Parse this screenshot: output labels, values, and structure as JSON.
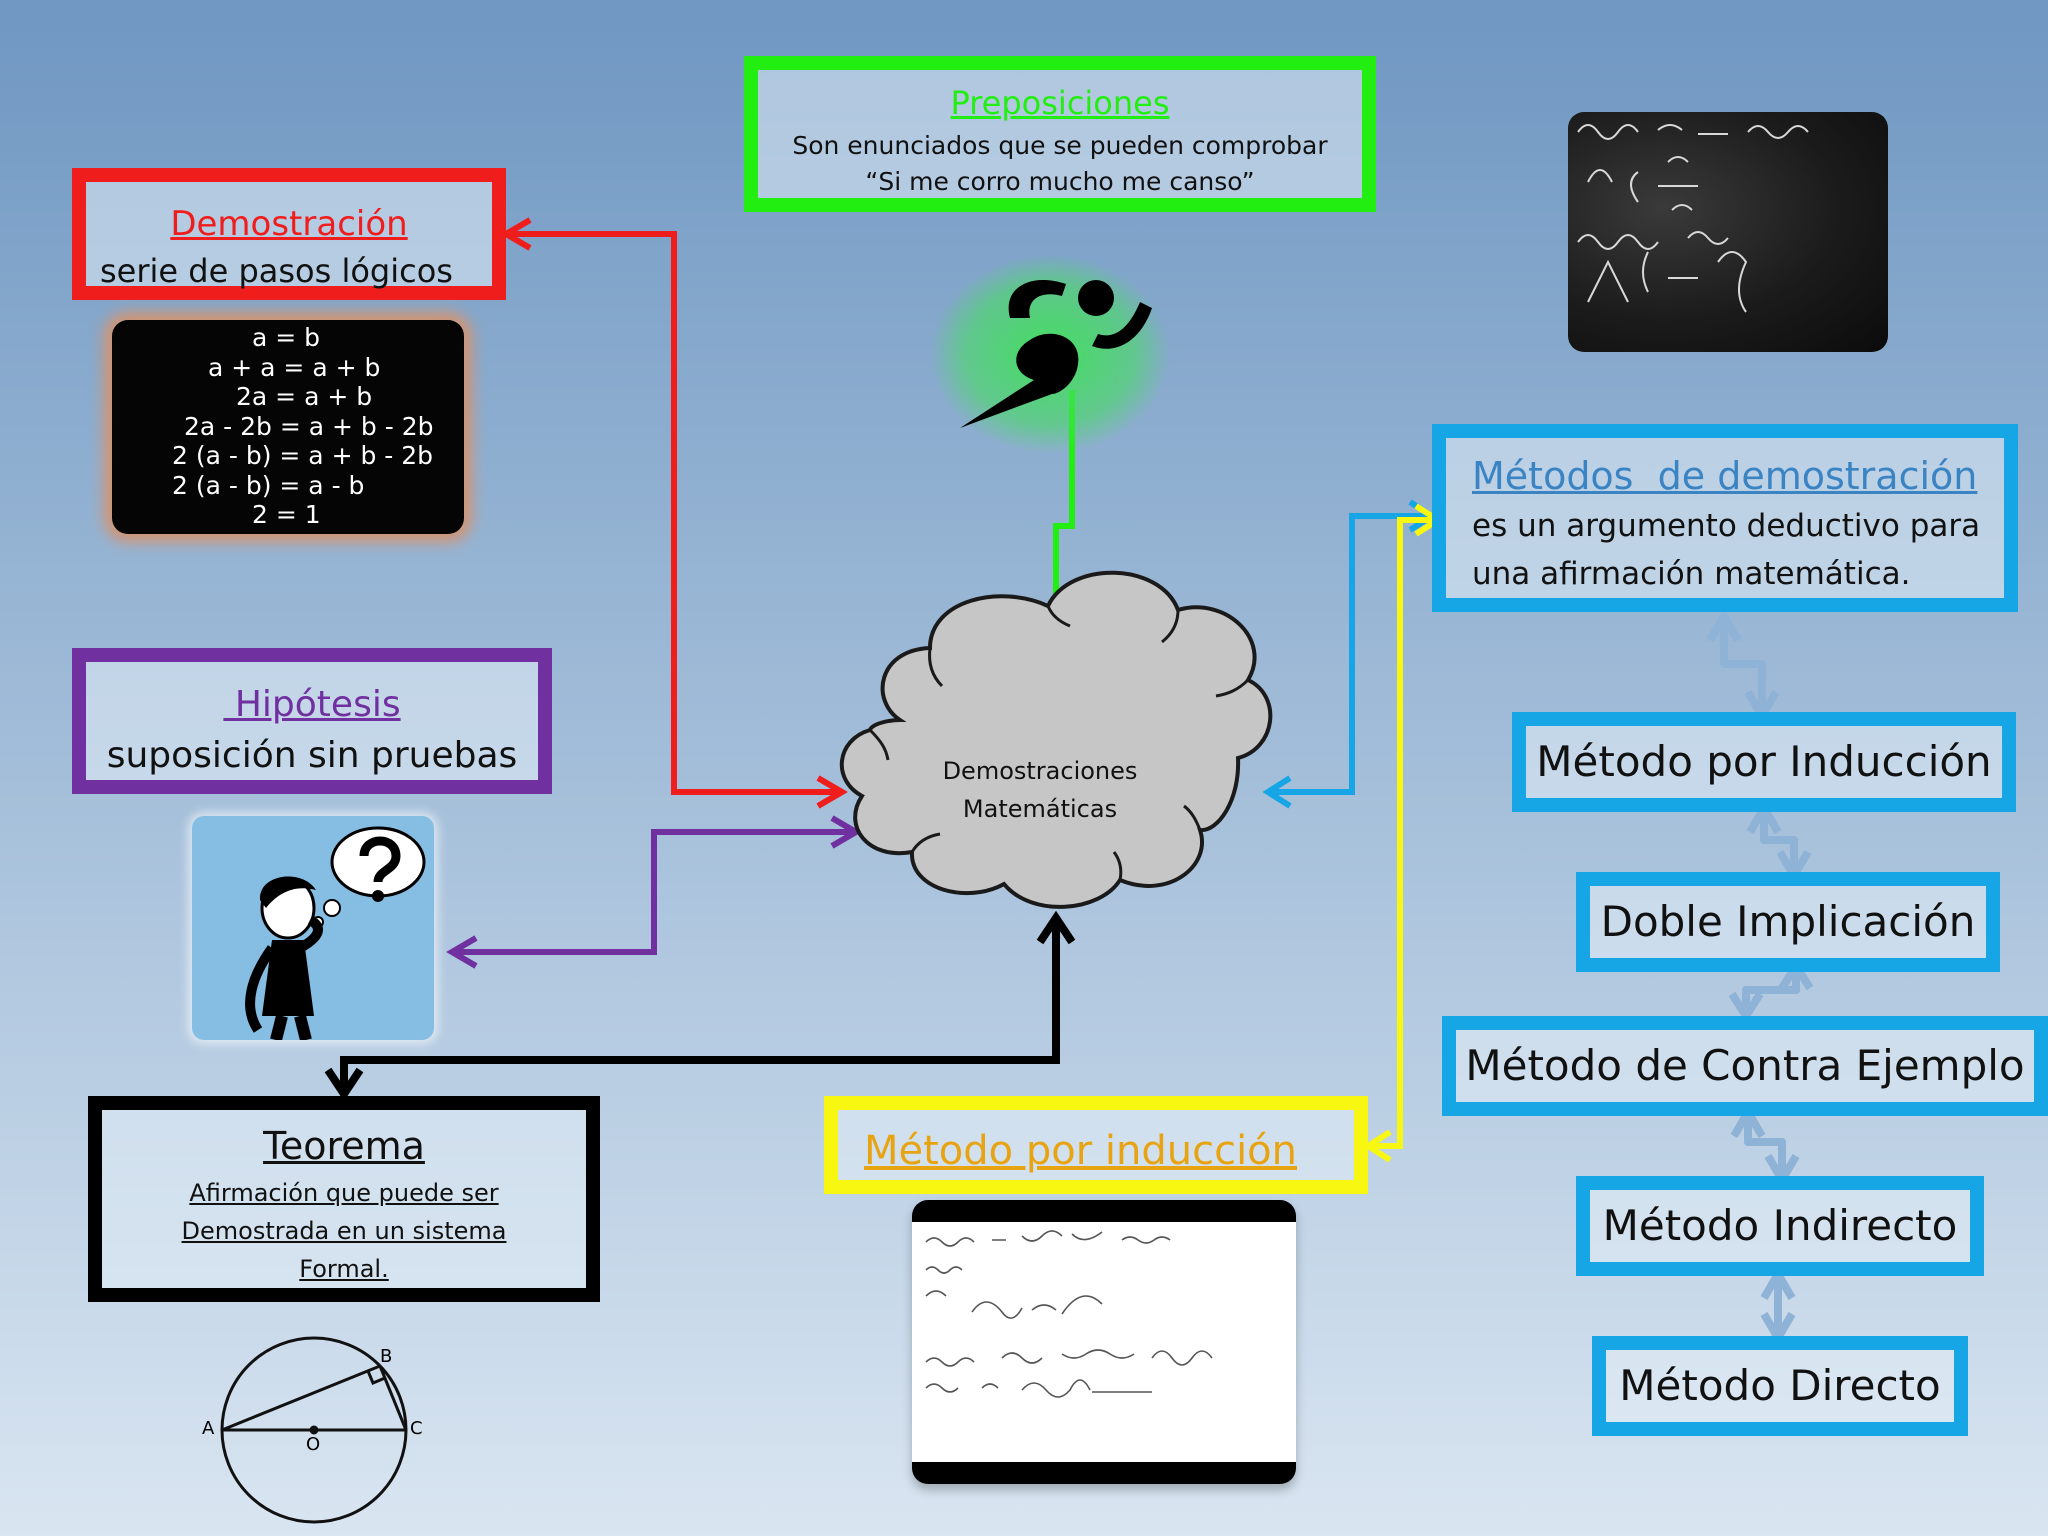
{
  "demostracion": {
    "title": "Demostración",
    "subtitle": "serie de pasos lógicos",
    "equations": [
      "a = b",
      "a + a = a + b",
      "2a = a + b",
      "2a - 2b = a + b - 2b",
      "2 (a - b) = a + b - 2b",
      "2 (a - b) = a - b",
      "2 = 1"
    ]
  },
  "hipotesis": {
    "title": " Hipótesis",
    "subtitle": "suposición sin pruebas"
  },
  "teorema": {
    "title": "Teorema",
    "lines": [
      "Afirmación que puede ser",
      "Demostrada en un sistema",
      "Formal."
    ]
  },
  "preposiciones": {
    "title": "Preposiciones",
    "line1": "Son enunciados que se pueden comprobar",
    "line2": "“Si me corro mucho me canso”"
  },
  "center": {
    "line1": "Demostraciones",
    "line2": "Matemáticas"
  },
  "metodo_induccion": {
    "title": "Método por inducción"
  },
  "metodos_demostracion": {
    "title": "Métodos  de demostración",
    "line1": "es un argumento deductivo para",
    "line2": "una afirmación matemática."
  },
  "methods": [
    "Método por Inducción",
    "Doble Implicación",
    "Método de Contra Ejemplo",
    "Método Indirecto",
    "Método Directo"
  ],
  "circle_labels": {
    "a": "A",
    "b": "B",
    "c": "C",
    "o": "O"
  },
  "colors": {
    "red": "#f01d1d",
    "purple": "#7030a0",
    "black": "#000000",
    "green": "#22ee11",
    "yellow": "#f7f711",
    "blue": "#16a6e6",
    "cloud": "#c6c6c6"
  }
}
